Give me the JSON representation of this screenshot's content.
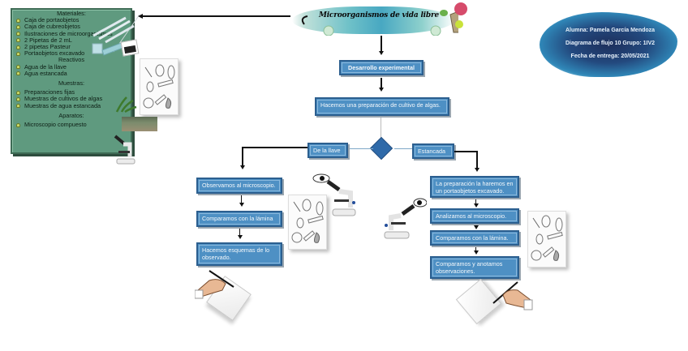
{
  "title": "Microorganismos de vida libre",
  "info": {
    "student": "Alumna: Pamela García Mendoza",
    "diagram": "Diagrama de flujo 10 Grupo: 1IV2",
    "due_date": "Fecha de entrega: 20/05/2021"
  },
  "materials_panel": {
    "materiales_heading": "Materiales:",
    "materiales": [
      "Caja de portaobjetos",
      "Caja de cubreobjetos",
      "Ilustraciones de microorganismos",
      "2 Pipetas de 2 mL",
      "2 pipetas Pasteur",
      "Portaobjetos excavado"
    ],
    "reactivos_heading": "Reactivos",
    "reactivos": [
      "Agua de la llave",
      "Agua estancada"
    ],
    "muestras_heading": "Muestras:",
    "muestras": [
      "Preparaciones fijas",
      "Muestras de cultivos de algas",
      "Muestras de agua estancada"
    ],
    "aparatos_heading": "Aparatos:",
    "aparatos": [
      "Microscopio compuesto"
    ]
  },
  "flow": {
    "start": "Desarrollo experimental",
    "step1": "Hacemos una preparación de cultivo de algas.",
    "branch_left": "De la llave",
    "branch_right": "Estancada",
    "left_steps": [
      "Observamos al microscopio.",
      "Comparamos con la lámina",
      "Hacemos esquemas de lo observado."
    ],
    "right_steps": [
      "La preparación la haremos en un portaobjetos excavado.",
      "Analizamos al microscopio.",
      "Comparamos con la lámina.",
      "Comparamos y anotamos observaciones."
    ]
  }
}
